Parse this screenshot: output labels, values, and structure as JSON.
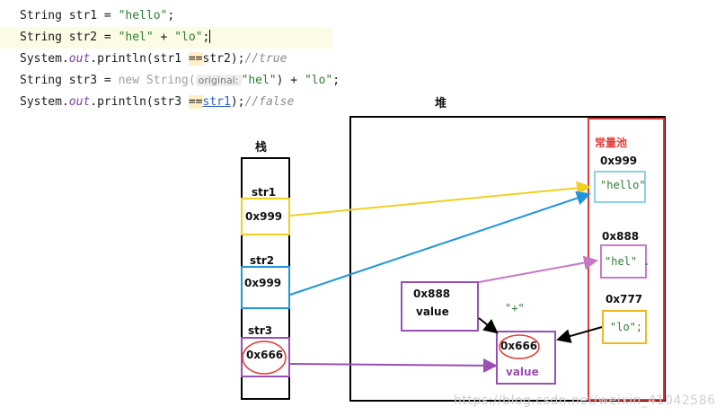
{
  "code": {
    "line1": {
      "a": "String str1 = ",
      "s": "\"hello\"",
      "b": ";"
    },
    "line2": {
      "a": "String str2 = ",
      "s1": "\"hel\"",
      "b": " + ",
      "s2": "\"lo\"",
      "c": ";"
    },
    "line3": {
      "a": "System.",
      "out": "out",
      "b": ".println(str1 ",
      "eq": "==",
      "c": "str2);",
      "cm": "//true"
    },
    "line4": {
      "a": "String str3 = ",
      "new": "new String(",
      "hint": "original:",
      "s1": "\"hel\"",
      "b": ") + ",
      "s2": "\"lo\"",
      "c": ";"
    },
    "line5": {
      "a": "System.",
      "out": "out",
      "b": ".println(str3 ",
      "eq": "==",
      "link": "str1",
      "c": ");",
      "cm": "//false"
    }
  },
  "diagram": {
    "stack_title": "栈",
    "heap_title": "堆",
    "pool_title": "常量池",
    "stack": [
      {
        "var": "str1",
        "addr": "0x999"
      },
      {
        "var": "str2",
        "addr": "0x999"
      },
      {
        "var": "str3",
        "addr": "0x666"
      }
    ],
    "pool": [
      {
        "addr": "0x999",
        "value": "\"hello\""
      },
      {
        "addr": "0x888",
        "value": "\"hel\" ."
      },
      {
        "addr": "0x777",
        "value": "\"lo\";"
      }
    ],
    "heap_obj": {
      "addr": "0x888",
      "label": "value"
    },
    "plus_label": "\"+\"",
    "result_obj": {
      "addr": "0x666",
      "label": "value"
    },
    "watermark": "https://blog.csdn.net/weixin_41042586",
    "colors": {
      "yellow": "#f0d020",
      "blue": "#1e96dc",
      "purple": "#9b4fb4",
      "pink": "#c878c8",
      "cyan": "#8fd0e6",
      "red": "#e53935",
      "green_text": "#2e7d32",
      "black": "#000000"
    }
  }
}
